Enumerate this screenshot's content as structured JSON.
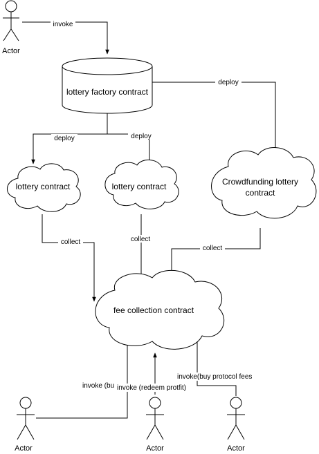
{
  "diagram": {
    "actors": {
      "top": "Actor",
      "bottom_left": "Actor",
      "bottom_middle": "Actor",
      "bottom_right": "Actor"
    },
    "nodes": {
      "factory": "lottery factory contract",
      "lottery_left": "lottery contract",
      "lottery_middle": "lottery contract",
      "crowdfunding": [
        "Crowdfunding lottery",
        "contract"
      ],
      "fee_collection": "fee collection contract"
    },
    "edges": {
      "invoke_top": "invoke",
      "deploy_right": "deploy",
      "deploy_left": "deploy",
      "deploy_middle": "deploy",
      "collect_left": "collect",
      "collect_middle": "collect",
      "collect_right": "collect",
      "invoke_buy": "invoke (bu",
      "invoke_redeem": "invoke (redeem protfit)",
      "invoke_protocol": "invoke(buy protocol fees"
    }
  }
}
